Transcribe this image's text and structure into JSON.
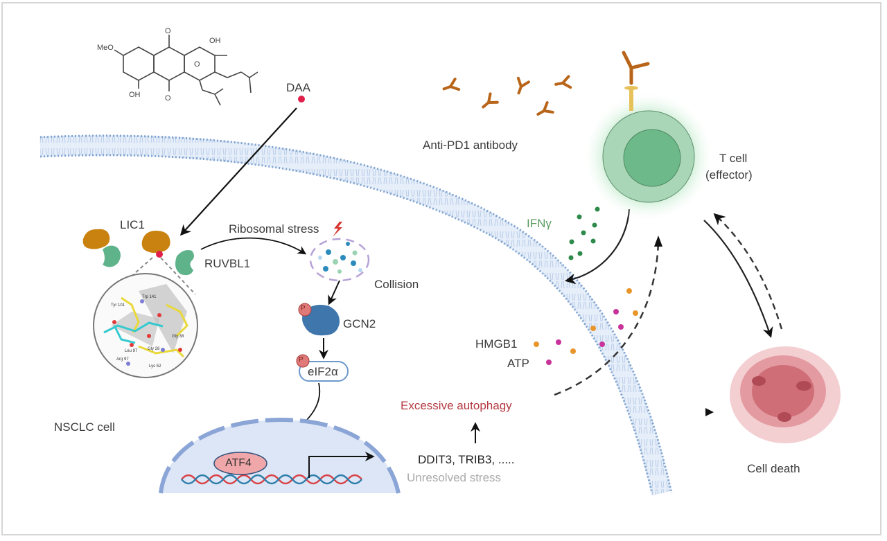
{
  "figure": {
    "compound": {
      "label": "DAA",
      "structure_labels": [
        "MeO",
        "OH",
        "O",
        "O",
        "OH",
        "O"
      ],
      "dot_color": "#e0204a"
    },
    "labels": {
      "lic1": "LIC1",
      "ruvbl1": "RUVBL1",
      "ribosomal_stress": "Ribosomal stress",
      "collision": "Collision",
      "gcn2": "GCN2",
      "eif2a": "eIF2α",
      "phospho": "P",
      "atf4": "ATF4",
      "nsclc_cell": "NSCLC cell",
      "target_genes": "DDIT3, TRIB3, .....",
      "unresolved_stress": "Unresolved stress",
      "excessive_autophagy": "Excessive autophagy",
      "hmgb1": "HMGB1",
      "atp": "ATP",
      "ifng": "IFNγ",
      "anti_pd1": "Anti-PD1 antibody",
      "t_cell": "T cell",
      "t_cell_sub": "(effector)",
      "cell_death": "Cell death"
    },
    "docking_residues": [
      "Tyr 101",
      "Trp 141",
      "Gly 38",
      "Gly 28",
      "Leu 97",
      "Arg 97",
      "Lys 52"
    ],
    "colors": {
      "membrane": "#7fa3cf",
      "lic1": "#c9820f",
      "ruvbl1": "#5fb38a",
      "gcn2": "#3f76ac",
      "phospho": "#e07a78",
      "autophagy_text": "#b43a42",
      "ifng_text": "#5a9a60",
      "ifng_dots": "#2e8a4a",
      "hmgb1_dots": "#e8952c",
      "atp_dots": "#c8339a",
      "antibody": "#b8651a",
      "t_cell_outer": "#a9d6b7",
      "t_cell_inner": "#6db98a",
      "dead_cell": "#c9525e",
      "nucleus_fill": "#dde6f6",
      "nucleus_edge": "#8aa5d6"
    }
  }
}
